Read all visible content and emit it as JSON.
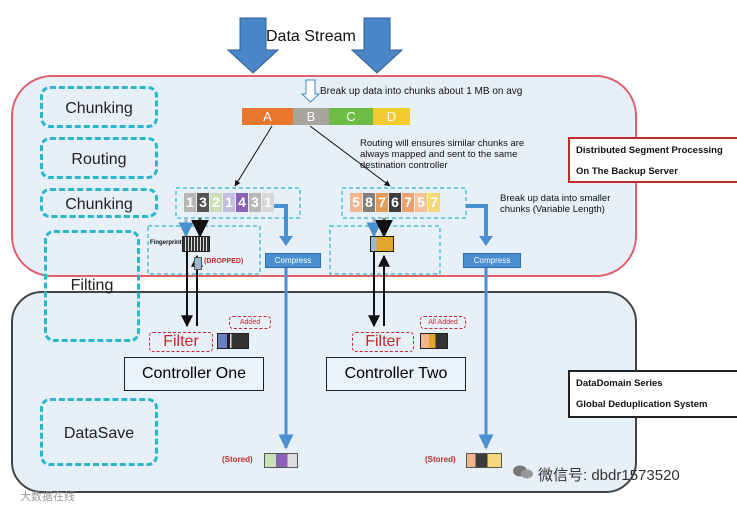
{
  "data_stream_label": "Data Stream",
  "top_note": "Break up data into chunks about 1 MB on avg",
  "chunks": [
    {
      "label": "A",
      "color": "#e8772e"
    },
    {
      "label": "B",
      "color": "#a7a49e"
    },
    {
      "label": "C",
      "color": "#6cbc45"
    },
    {
      "label": "D",
      "color": "#f2cc2f"
    }
  ],
  "routing_note": "Routing will ensures similar chunks are always mapped and sent to the same destination controller",
  "smaller_chunks_note": "Break up data into smaller chunks (Variable Length)",
  "stages": {
    "chunking1": "Chunking",
    "routing": "Routing",
    "chunking2": "Chunking",
    "filting": "Filting",
    "datasave": "DataSave"
  },
  "left_digits": [
    {
      "d": "1",
      "color": "#b8b6b2"
    },
    {
      "d": "3",
      "color": "#555555"
    },
    {
      "d": "2",
      "color": "#c9e0b7"
    },
    {
      "d": "1",
      "color": "#c4bde0"
    },
    {
      "d": "4",
      "color": "#8d60b8"
    },
    {
      "d": "3",
      "color": "#b9b7b4"
    },
    {
      "d": "1",
      "color": "#d7d7d7"
    }
  ],
  "right_digits": [
    {
      "d": "5",
      "color": "#f4b48c"
    },
    {
      "d": "8",
      "color": "#848079"
    },
    {
      "d": "7",
      "color": "#e39a5b"
    },
    {
      "d": "6",
      "color": "#3c3c3c"
    },
    {
      "d": "7",
      "color": "#f0a06a"
    },
    {
      "d": "5",
      "color": "#f7c29b"
    },
    {
      "d": "7",
      "color": "#f6d77a"
    }
  ],
  "fingerprint_label": "Fingerprint",
  "dropped_label": "(DROPPED)",
  "compress_label": "Compress",
  "filter_label": "Filter",
  "added_label": "Added",
  "all_added_label": "All Added",
  "controller_one": "Controller One",
  "controller_two": "Controller Two",
  "stored_label": "(Stored)",
  "info_top": {
    "line1": "Distributed Segment Processing",
    "line2": "On The Backup Server"
  },
  "info_bottom": {
    "line1": "DataDomain Series",
    "line2": "Global Deduplication System"
  },
  "watermark_right": "微信号: dbdr1573520",
  "watermark_left": "大数据在线"
}
